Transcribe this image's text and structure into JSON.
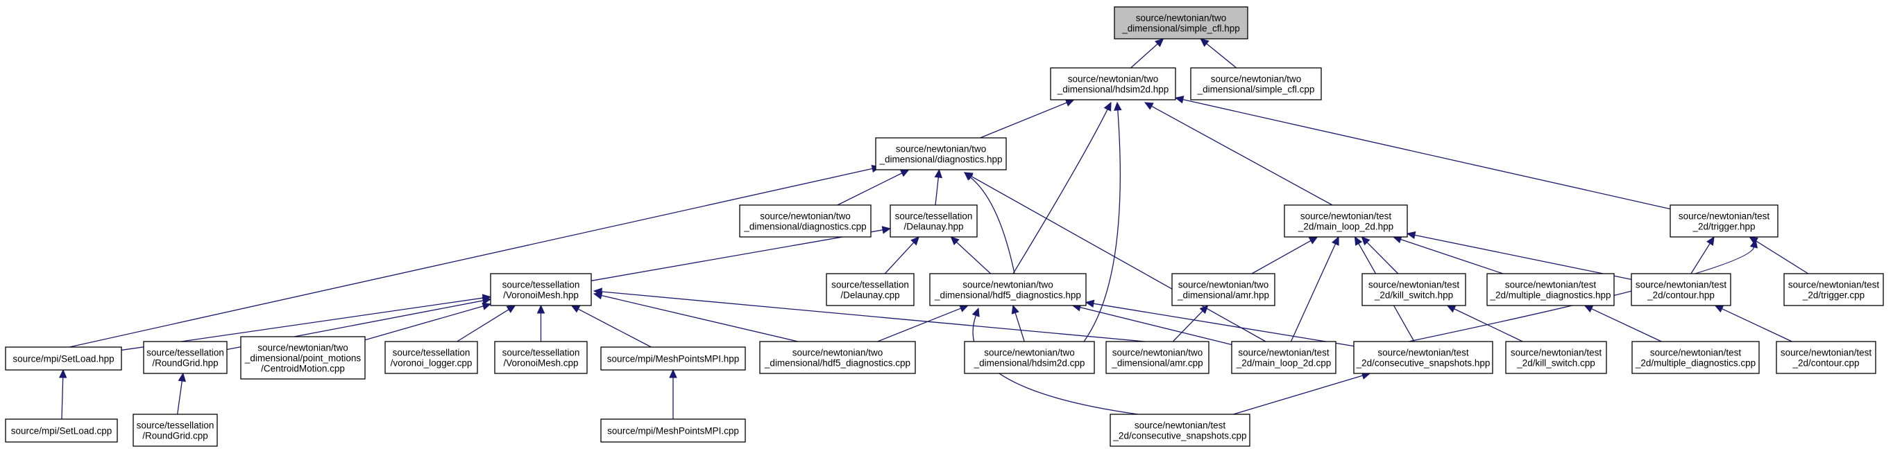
{
  "nodes": {
    "simple_cfl_hpp": {
      "lines": [
        "source/newtonian/two",
        "_dimensional/simple_cfl.hpp"
      ],
      "highlighted": true
    },
    "hdsim2d_hpp": {
      "lines": [
        "source/newtonian/two",
        "_dimensional/hdsim2d.hpp"
      ]
    },
    "simple_cfl_cpp": {
      "lines": [
        "source/newtonian/two",
        "_dimensional/simple_cfl.cpp"
      ]
    },
    "diagnostics_hpp": {
      "lines": [
        "source/newtonian/two",
        "_dimensional/diagnostics.hpp"
      ]
    },
    "main_loop_2d_hpp": {
      "lines": [
        "source/newtonian/test",
        "_2d/main_loop_2d.hpp"
      ]
    },
    "trigger_hpp": {
      "lines": [
        "source/newtonian/test",
        "_2d/trigger.hpp"
      ]
    },
    "diagnostics_cpp": {
      "lines": [
        "source/newtonian/two",
        "_dimensional/diagnostics.cpp"
      ]
    },
    "delaunay_hpp": {
      "lines": [
        "source/tessellation",
        "/Delaunay.hpp"
      ]
    },
    "voronoimesh_hpp": {
      "lines": [
        "source/tessellation",
        "/VoronoiMesh.hpp"
      ]
    },
    "delaunay_cpp": {
      "lines": [
        "source/tessellation",
        "/Delaunay.cpp"
      ]
    },
    "hdf5_diagnostics_hpp": {
      "lines": [
        "source/newtonian/two",
        "_dimensional/hdf5_diagnostics.hpp"
      ]
    },
    "amr_hpp": {
      "lines": [
        "source/newtonian/two",
        "_dimensional/amr.hpp"
      ]
    },
    "kill_switch_hpp": {
      "lines": [
        "source/newtonian/test",
        "_2d/kill_switch.hpp"
      ]
    },
    "multiple_diagnostics_hpp": {
      "lines": [
        "source/newtonian/test",
        "_2d/multiple_diagnostics.hpp"
      ]
    },
    "contour_hpp": {
      "lines": [
        "source/newtonian/test",
        "_2d/contour.hpp"
      ]
    },
    "trigger_cpp": {
      "lines": [
        "source/newtonian/test",
        "_2d/trigger.cpp"
      ]
    },
    "setload_hpp": {
      "lines": [
        "source/mpi/SetLoad.hpp"
      ]
    },
    "roundgrid_hpp": {
      "lines": [
        "source/tessellation",
        "/RoundGrid.hpp"
      ]
    },
    "centroidmotion_cpp": {
      "lines": [
        "source/newtonian/two",
        "_dimensional/point_motions",
        "/CentroidMotion.cpp"
      ]
    },
    "voronoi_logger_cpp": {
      "lines": [
        "source/tessellation",
        "/voronoi_logger.cpp"
      ]
    },
    "voronoimesh_cpp": {
      "lines": [
        "source/tessellation",
        "/VoronoiMesh.cpp"
      ]
    },
    "meshpointsmpi_hpp": {
      "lines": [
        "source/mpi/MeshPointsMPI.hpp"
      ]
    },
    "hdf5_diagnostics_cpp": {
      "lines": [
        "source/newtonian/two",
        "_dimensional/hdf5_diagnostics.cpp"
      ]
    },
    "hdsim2d_cpp": {
      "lines": [
        "source/newtonian/two",
        "_dimensional/hdsim2d.cpp"
      ]
    },
    "amr_cpp": {
      "lines": [
        "source/newtonian/two",
        "_dimensional/amr.cpp"
      ]
    },
    "main_loop_2d_cpp": {
      "lines": [
        "source/newtonian/test",
        "_2d/main_loop_2d.cpp"
      ]
    },
    "consecutive_snapshots_hpp": {
      "lines": [
        "source/newtonian/test",
        "_2d/consecutive_snapshots.hpp"
      ]
    },
    "kill_switch_cpp": {
      "lines": [
        "source/newtonian/test",
        "_2d/kill_switch.cpp"
      ]
    },
    "multiple_diagnostics_cpp": {
      "lines": [
        "source/newtonian/test",
        "_2d/multiple_diagnostics.cpp"
      ]
    },
    "contour_cpp": {
      "lines": [
        "source/newtonian/test",
        "_2d/contour.cpp"
      ]
    },
    "setload_cpp": {
      "lines": [
        "source/mpi/SetLoad.cpp"
      ]
    },
    "roundgrid_cpp": {
      "lines": [
        "source/tessellation",
        "/RoundGrid.cpp"
      ]
    },
    "meshpointsmpi_cpp": {
      "lines": [
        "source/mpi/MeshPointsMPI.cpp"
      ]
    },
    "consecutive_snapshots_cpp": {
      "lines": [
        "source/newtonian/test",
        "_2d/consecutive_snapshots.cpp"
      ]
    }
  },
  "edges": [
    {
      "from": "hdsim2d_hpp",
      "to": "simple_cfl_hpp"
    },
    {
      "from": "simple_cfl_cpp",
      "to": "simple_cfl_hpp"
    },
    {
      "from": "diagnostics_hpp",
      "to": "hdsim2d_hpp"
    },
    {
      "from": "main_loop_2d_hpp",
      "to": "hdsim2d_hpp"
    },
    {
      "from": "trigger_hpp",
      "to": "hdsim2d_hpp"
    },
    {
      "from": "hdf5_diagnostics_hpp",
      "to": "hdsim2d_hpp"
    },
    {
      "from": "hdsim2d_cpp",
      "to": "hdsim2d_hpp"
    },
    {
      "from": "diagnostics_cpp",
      "to": "diagnostics_hpp"
    },
    {
      "from": "delaunay_hpp",
      "to": "diagnostics_hpp"
    },
    {
      "from": "hdf5_diagnostics_hpp",
      "to": "diagnostics_hpp"
    },
    {
      "from": "setload_hpp",
      "to": "diagnostics_hpp"
    },
    {
      "from": "main_loop_2d_cpp",
      "to": "diagnostics_hpp"
    },
    {
      "from": "voronoimesh_hpp",
      "to": "delaunay_hpp"
    },
    {
      "from": "delaunay_cpp",
      "to": "delaunay_hpp"
    },
    {
      "from": "hdf5_diagnostics_hpp",
      "to": "delaunay_hpp"
    },
    {
      "from": "setload_hpp",
      "to": "voronoimesh_hpp"
    },
    {
      "from": "roundgrid_hpp",
      "to": "voronoimesh_hpp"
    },
    {
      "from": "centroidmotion_cpp",
      "to": "voronoimesh_hpp"
    },
    {
      "from": "voronoi_logger_cpp",
      "to": "voronoimesh_hpp"
    },
    {
      "from": "voronoimesh_cpp",
      "to": "voronoimesh_hpp"
    },
    {
      "from": "meshpointsmpi_hpp",
      "to": "voronoimesh_hpp"
    },
    {
      "from": "hdf5_diagnostics_cpp",
      "to": "voronoimesh_hpp"
    },
    {
      "from": "amr_cpp",
      "to": "voronoimesh_hpp"
    },
    {
      "from": "amr_hpp",
      "to": "main_loop_2d_hpp"
    },
    {
      "from": "kill_switch_hpp",
      "to": "main_loop_2d_hpp"
    },
    {
      "from": "multiple_diagnostics_hpp",
      "to": "main_loop_2d_hpp"
    },
    {
      "from": "contour_hpp",
      "to": "main_loop_2d_hpp"
    },
    {
      "from": "main_loop_2d_cpp",
      "to": "main_loop_2d_hpp"
    },
    {
      "from": "consecutive_snapshots_hpp",
      "to": "main_loop_2d_hpp"
    },
    {
      "from": "contour_hpp",
      "to": "trigger_hpp"
    },
    {
      "from": "trigger_cpp",
      "to": "trigger_hpp"
    },
    {
      "from": "consecutive_snapshots_hpp",
      "to": "trigger_hpp"
    },
    {
      "from": "hdf5_diagnostics_cpp",
      "to": "hdf5_diagnostics_hpp"
    },
    {
      "from": "hdsim2d_cpp",
      "to": "hdf5_diagnostics_hpp"
    },
    {
      "from": "main_loop_2d_cpp",
      "to": "hdf5_diagnostics_hpp"
    },
    {
      "from": "consecutive_snapshots_hpp",
      "to": "hdf5_diagnostics_hpp"
    },
    {
      "from": "consecutive_snapshots_cpp",
      "to": "hdf5_diagnostics_hpp"
    },
    {
      "from": "amr_cpp",
      "to": "amr_hpp"
    },
    {
      "from": "kill_switch_cpp",
      "to": "kill_switch_hpp"
    },
    {
      "from": "multiple_diagnostics_cpp",
      "to": "multiple_diagnostics_hpp"
    },
    {
      "from": "contour_cpp",
      "to": "contour_hpp"
    },
    {
      "from": "setload_cpp",
      "to": "setload_hpp"
    },
    {
      "from": "roundgrid_cpp",
      "to": "roundgrid_hpp"
    },
    {
      "from": "meshpointsmpi_cpp",
      "to": "meshpointsmpi_hpp"
    },
    {
      "from": "consecutive_snapshots_cpp",
      "to": "consecutive_snapshots_hpp"
    }
  ],
  "colors": {
    "edge": "#191970",
    "node_border": "#000000",
    "node_fill": "#ffffff",
    "highlight_fill": "#bfbfbf",
    "text": "#000000",
    "background": "#ffffff"
  }
}
